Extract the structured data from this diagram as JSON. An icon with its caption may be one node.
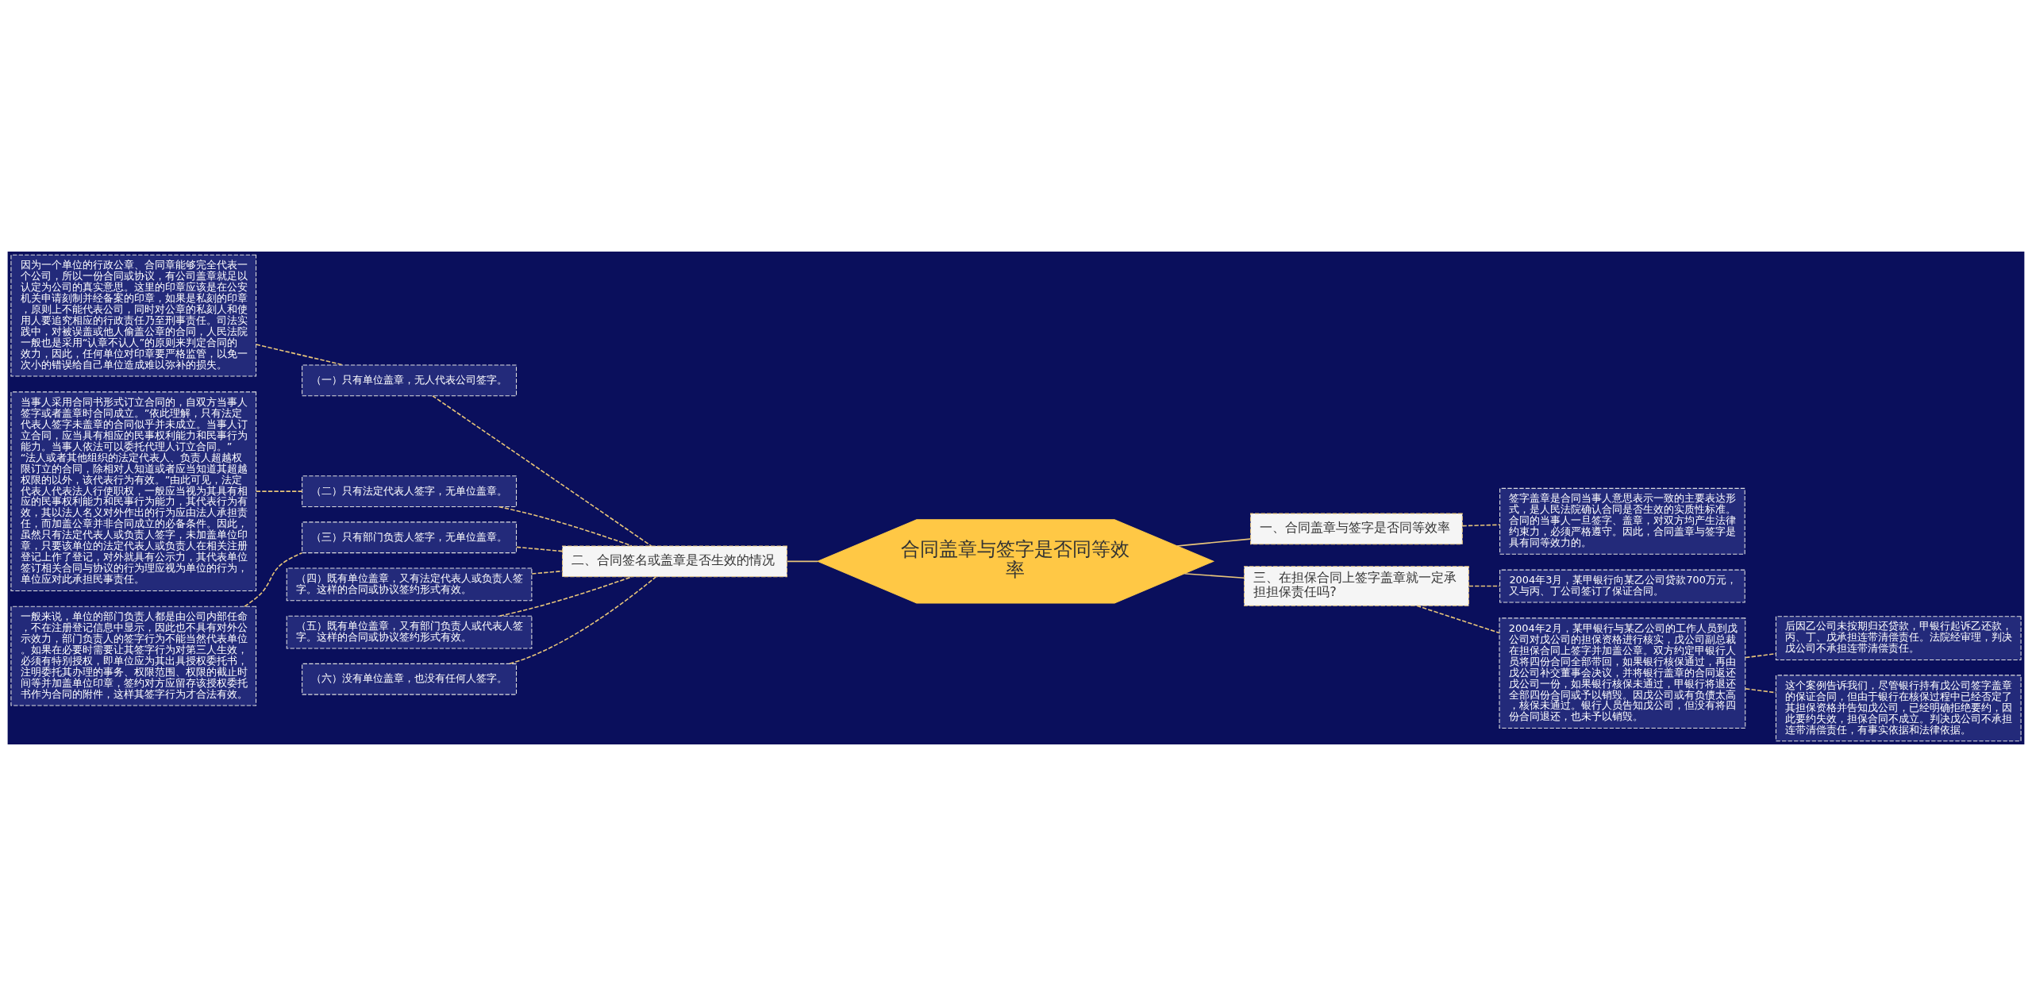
{
  "diagram": {
    "nodes": [
      {
        "text": [
          "合同盖章与签字是否同等效率"
        ]
      },
      {
        "text": [
          "一、合同盖章与签字是否同等效率"
        ]
      },
      {
        "text": [
          "签字盖章是合同当事人意思表示一致的主要表达形式，是人民法院确认合同是否生效的实质性标准。合同的当事人一旦签字、盖章，对双方均产生法律约束力，必须严格遵守。因此，合同盖章与签字是具有同等效力的。"
        ]
      },
      {
        "text": [
          "三、在担保合同上签字盖章就一定承担担保责任吗?"
        ]
      },
      {
        "text": [
          "2004年3月，某甲银行向某乙公司贷款700万元，又与丙、丁公司签订了保证合同。"
        ]
      },
      {
        "text": [
          "2004年2月，某甲银行与某乙公司的工作人员到戊公司对戊公司的担保资格进行核实，戊公司副总裁在担保合同上签字并加盖公章。双方约定甲银行人员将四份合同全部带回，如果银行核保通过，再由戊公司补交董事会决议，并将银行盖章的合同返还戊公司一份，如果银行核保未通过，甲银行将退还全部四份合同或予以销毁。因戊公司或有负债太高，核保未通过。银行人员告知戊公司，但没有将四份合同退还，也未予以销毁。"
        ]
      },
      {
        "text": [
          "后因乙公司未按期归还贷款，甲银行起诉乙还款，丙、丁、戊承担连带清偿责任。法院经审理，判决戊公司不承担连带清偿责任。"
        ]
      },
      {
        "text": [
          "这个案例告诉我们，尽管银行持有戊公司签字盖章的保证合同，但由于银行在核保过程中已经否定了其担保资格并告知戊公司，已经明确拒绝要约，因此要约失效，担保合同不成立。判决戊公司不承担连带清偿责任，有事实依据和法律依据。"
        ]
      },
      {
        "text": [
          "二、合同签名或盖章是否生效的情况"
        ]
      },
      {
        "text": [
          "（一）只有单位盖章，无人代表公司签字。"
        ]
      },
      {
        "text": [
          "因为一个单位的行政公章、合同章能够完全代表一个公司，所以一份合同或协议，有公司盖章就足以认定为公司的真实意思。这里的印章应该是在公安机关申请刻制并经备案的印章，如果是私刻的印章，原则上不能代表公司，同时对公章的私刻人和使用人要追究相应的行政责任乃至刑事责任。司法实践中，对被误盖或他人偷盖公章的合同，人民法院一般也是采用“认章不认人”的原则来判定合同的效力，因此，任何单位对印章要严格监管，以免一次小的错误给自己单位造成难以弥补的损失。"
        ]
      },
      {
        "text": [
          "（二）只有法定代表人签字，无单位盖章。"
        ]
      },
      {
        "text": [
          "当事人采用合同书形式订立合同的，自双方当事人签字或者盖章时合同成立。”依此理解，只有法定代表人签字未盖章的合同似乎并未成立。当事人订立合同，应当具有相应的民事权利能力和民事行为能力。当事人依法可以委托代理人订立合同。” “法人或者其他组织的法定代表人、负责人超越权限订立的合同，除相对人知道或者应当知道其超越权限的以外，该代表行为有效。”由此可见，法定代表人代表法人行使职权，一般应当视为其具有相应的民事权利能力和民事行为能力，其代表行为有效，其以法人名义对外作出的行为应由法人承担责任，而加盖公章并非合同成立的必备条件。因此，虽然只有法定代表人或负责人签字，未加盖单位印章，只要该单位的法定代表人或负责人在相关注册登记上作了登记，对外就具有公示力，其代表单位签订相关合同与协议的行为理应视为单位的行为，单位应对此承担民事责任。"
        ]
      },
      {
        "text": [
          "（三）只有部门负责人签字，无单位盖章。"
        ]
      },
      {
        "text": [
          "一般来说，单位的部门负责人都是由公司内部任命，不在注册登记信息中显示，因此也不具有对外公示效力，部门负责人的签字行为不能当然代表单位。如果在必要时需要让其签字行为对第三人生效，必须有特别授权，即单位应为其出具授权委托书，注明委托其办理的事务、权限范围、权限的截止时间等并加盖单位印章，签约对方应留存该授权委托书作为合同的附件，这样其签字行为才合法有效。"
        ]
      },
      {
        "text": [
          "（四）既有单位盖章，又有法定代表人或负责人签字。这样的合同或协议签约形式有效。"
        ]
      },
      {
        "text": [
          "（五）既有单位盖章，又有部门负责人或代表人签字。这样的合同或协议签约形式有效。"
        ]
      },
      {
        "text": [
          "（六）没有单位盖章，也没有任何人签字。"
        ]
      }
    ],
    "edges": [
      {
        "from": 0,
        "to": 1,
        "arrow": "none"
      },
      {
        "from": 1,
        "to": 2,
        "arrow": "none",
        "style": "dashed"
      },
      {
        "from": 0,
        "to": 3,
        "arrow": "none"
      },
      {
        "from": 3,
        "to": 4,
        "arrow": "none",
        "style": "dashed"
      },
      {
        "from": 3,
        "to": 5,
        "arrow": "none",
        "style": "dashed"
      },
      {
        "from": 5,
        "to": 6,
        "arrow": "none",
        "style": "dashed"
      },
      {
        "from": 5,
        "to": 7,
        "arrow": "none",
        "style": "dashed"
      },
      {
        "from": 0,
        "to": 8,
        "arrow": "none"
      },
      {
        "from": 8,
        "to": 9,
        "arrow": "none",
        "style": "dashed"
      },
      {
        "from": 9,
        "to": 10,
        "arrow": "none",
        "style": "dashed"
      },
      {
        "from": 8,
        "to": 11,
        "arrow": "none",
        "style": "dashed"
      },
      {
        "from": 11,
        "to": 12,
        "arrow": "none",
        "style": "dashed"
      },
      {
        "from": 8,
        "to": 13,
        "arrow": "none",
        "style": "dashed"
      },
      {
        "from": 13,
        "to": 14,
        "arrow": "none",
        "style": "dashed"
      },
      {
        "from": 8,
        "to": 15,
        "arrow": "none",
        "style": "dashed"
      },
      {
        "from": 8,
        "to": 16,
        "arrow": "none",
        "style": "dashed"
      },
      {
        "from": 8,
        "to": 17,
        "arrow": "none",
        "style": "dashed"
      }
    ]
  }
}
